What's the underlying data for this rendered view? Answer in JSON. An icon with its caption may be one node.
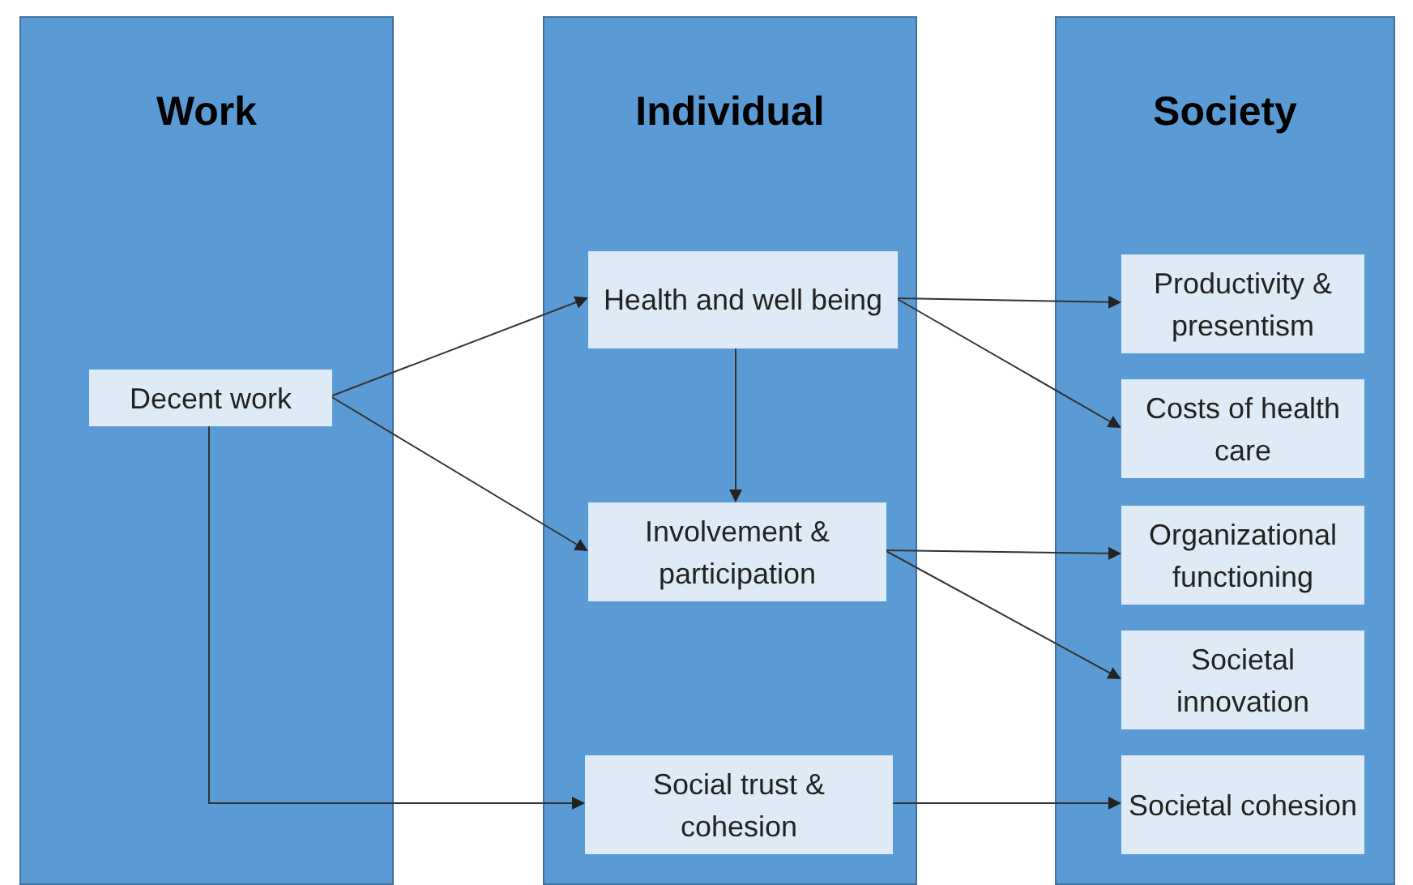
{
  "diagram": {
    "nodes": [
      {
        "text": [
          "Work"
        ]
      },
      {
        "text": [
          "Individual"
        ]
      },
      {
        "text": [
          "Society"
        ]
      },
      {
        "text": [
          "Decent work"
        ],
        "in": 0
      },
      {
        "text": [
          "Health and well being"
        ],
        "in": 1
      },
      {
        "text": [
          "Involvement & participation"
        ],
        "in": 1
      },
      {
        "text": [
          "Social trust & cohesion"
        ],
        "in": 1
      },
      {
        "text": [
          "Productivity & presentism"
        ],
        "in": 2
      },
      {
        "text": [
          "Costs of health care"
        ],
        "in": 2
      },
      {
        "text": [
          "Organizational functioning"
        ],
        "in": 2
      },
      {
        "text": [
          "Societal innovation"
        ],
        "in": 2
      },
      {
        "text": [
          "Societal cohesion"
        ],
        "in": 2
      }
    ],
    "edges": [
      {
        "from": 3,
        "to": 4,
        "arrow": "to"
      },
      {
        "from": 3,
        "to": 5,
        "arrow": "to"
      },
      {
        "from": 3,
        "to": 6,
        "arrow": "to"
      },
      {
        "from": 4,
        "to": 5,
        "arrow": "to"
      },
      {
        "from": 4,
        "to": 7,
        "arrow": "to"
      },
      {
        "from": 4,
        "to": 8,
        "arrow": "to"
      },
      {
        "from": 5,
        "to": 9,
        "arrow": "to"
      },
      {
        "from": 5,
        "to": 10,
        "arrow": "to"
      },
      {
        "from": 6,
        "to": 11,
        "arrow": "to"
      }
    ]
  }
}
